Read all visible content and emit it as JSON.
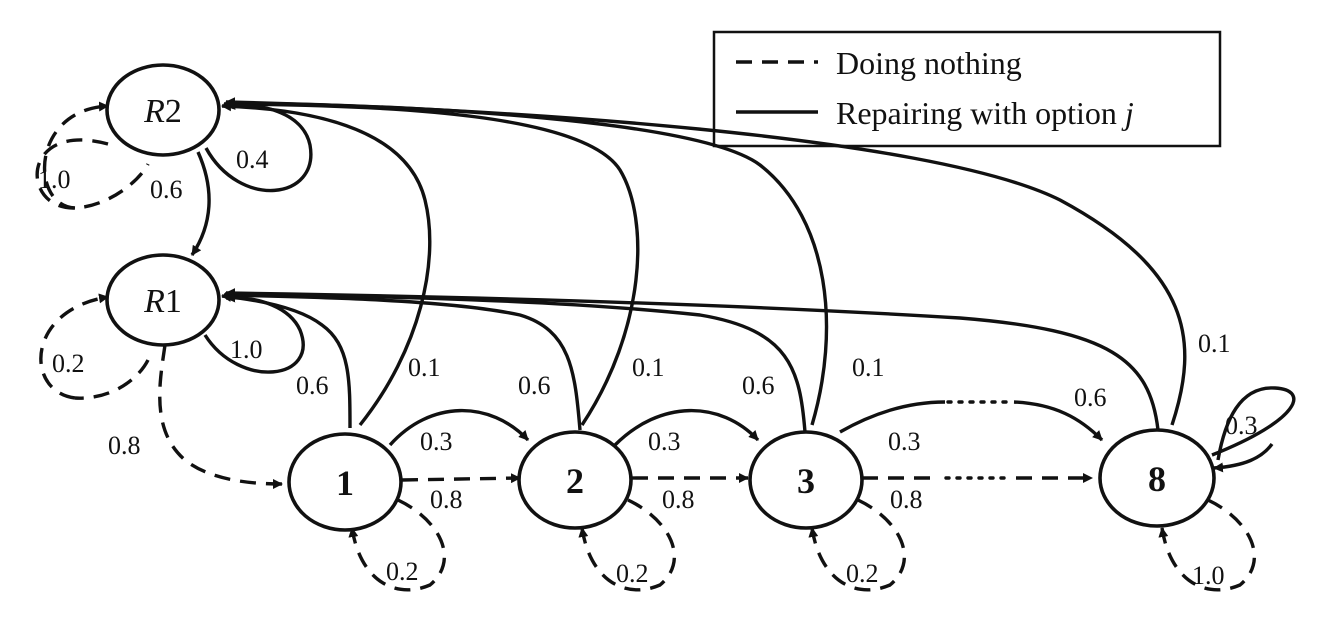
{
  "legend": {
    "doing_nothing": "Doing nothing",
    "repairing_prefix": "Repairing with option ",
    "repairing_var": "j"
  },
  "nodes": {
    "r2": {
      "italic": "R",
      "num": "2"
    },
    "r1": {
      "italic": "R",
      "num": "1"
    },
    "s1": "1",
    "s2": "2",
    "s3": "3",
    "s8": "8"
  },
  "edges": {
    "r2_self": "1.0",
    "r2_loop": "0.4",
    "r2_to_r1": "0.6",
    "r1_self": "0.2",
    "r1_loop": "1.0",
    "r1_to_1": "0.8",
    "s1_to_r1": "0.6",
    "s1_to_r2": "0.1",
    "s1_to_2": "0.3",
    "s1_dash_2": "0.8",
    "s1_self": "0.2",
    "s2_to_r1": "0.6",
    "s2_to_r2": "0.1",
    "s2_to_3": "0.3",
    "s2_dash_3": "0.8",
    "s2_self": "0.2",
    "s3_to_r1": "0.6",
    "s3_to_r2": "0.1",
    "s3_to_8": "0.3",
    "s3_dash_8": "0.8",
    "s3_self": "0.2",
    "s8_to_r1": "0.6",
    "s8_to_r2": "0.1",
    "s8_loop": "0.3",
    "s8_self": "1.0"
  }
}
